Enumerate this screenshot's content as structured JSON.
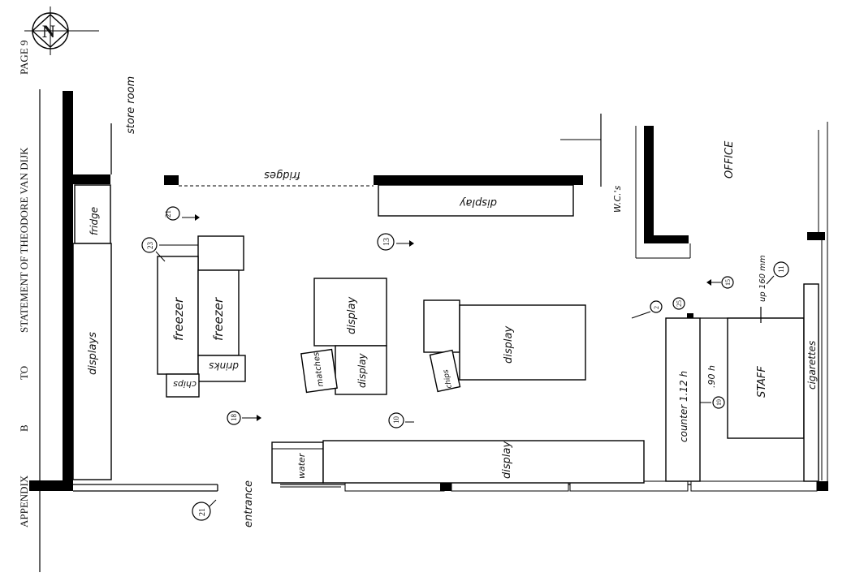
{
  "header": {
    "appendix": "APPENDIX",
    "letter": "B",
    "to": "TO",
    "statement": "STATEMENT OF THEODORE VAN DIJK",
    "page": "PAGE 9"
  },
  "compass": {
    "label": "N"
  },
  "labels": {
    "store_room": "store room",
    "fridges": "fridges",
    "display_back": "display",
    "wcs": "W.C.'s",
    "office": "OFFICE",
    "fridge": "fridge",
    "displays_left": "displays",
    "freezer_1": "freezer",
    "freezer_2": "freezer",
    "drinks": "drinks",
    "chips": "chips",
    "display_center": "display",
    "display_center_small": "display",
    "matches": "matches",
    "display_right": "display",
    "chips_2": "chips",
    "water": "water",
    "display_front": "display",
    "counter": "counter 1.12 h",
    "counter_height": ".90 h",
    "staff": "STAFF",
    "cigarettes": "cigarettes",
    "up": "up 160 mm",
    "entrance": "entrance"
  },
  "markers": [
    "21",
    "22",
    "23",
    "13",
    "11",
    "15",
    "2",
    "25",
    "19",
    "18",
    "10",
    "21"
  ]
}
